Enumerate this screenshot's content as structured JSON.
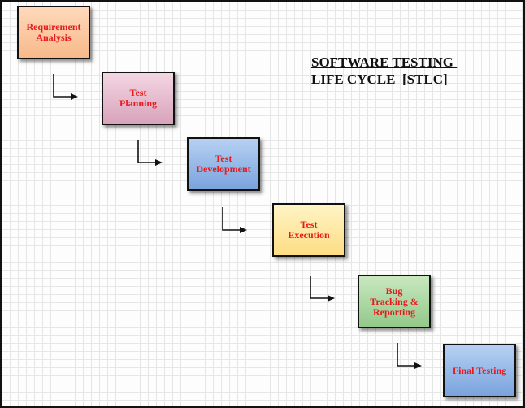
{
  "title": {
    "line1": "SOFTWARE TESTING ",
    "line2_main": "LIFE CYCLE",
    "line2_suffix": "  [STLC]"
  },
  "colors": {
    "label_text": "#e8191c",
    "border": "#111111",
    "grid": "#e6e6e6"
  },
  "steps": [
    {
      "label": "Requirement\nAnalysis",
      "fill_top": "#ffd9bb",
      "fill_bottom": "#f7b98a"
    },
    {
      "label": "Test\nPlanning",
      "fill_top": "#f4d6e2",
      "fill_bottom": "#d8a3bb"
    },
    {
      "label": "Test\nDevelopment",
      "fill_top": "#b6d0f2",
      "fill_bottom": "#7aa3dd"
    },
    {
      "label": "Test\nExecution",
      "fill_top": "#fff4c6",
      "fill_bottom": "#fddd84"
    },
    {
      "label": "Bug\nTracking &\nReporting",
      "fill_top": "#c8e7bf",
      "fill_bottom": "#93c98a"
    },
    {
      "label": "Final Testing",
      "fill_top": "#b6d0f2",
      "fill_bottom": "#7aa3dd"
    }
  ]
}
